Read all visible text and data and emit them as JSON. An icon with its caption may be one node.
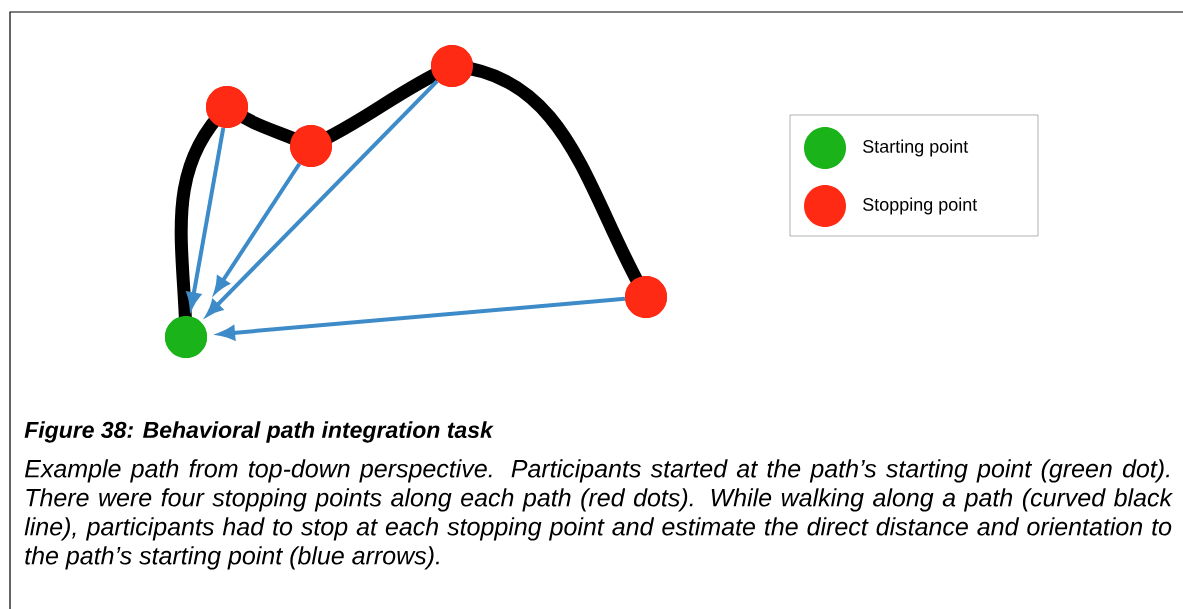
{
  "diagram": {
    "title": "Figure 38: Behavioral path integration task",
    "caption": "Example path from top-down perspective. Participants started at the path’s starting point (green dot). There were four stopping points along each path (red dots). While walking along a path (curved black line), participants had to stop at each stopping point and estimate the direct distance and orientation to the path’s starting point (blue arrows).",
    "nodes": [
      {
        "text": [],
        "shape": "circle"
      },
      {
        "text": [],
        "shape": "circle"
      },
      {
        "text": [],
        "shape": "circle"
      },
      {
        "text": [],
        "shape": "circle"
      },
      {
        "text": [],
        "shape": "circle"
      }
    ],
    "edges": [
      {
        "from": 0,
        "to": 1,
        "arrow": "none",
        "style": "thick",
        "color": "#000000"
      },
      {
        "from": 1,
        "to": 2,
        "arrow": "none",
        "style": "thick",
        "color": "#000000"
      },
      {
        "from": 2,
        "to": 3,
        "arrow": "none",
        "style": "thick",
        "color": "#000000"
      },
      {
        "from": 3,
        "to": 4,
        "arrow": "none",
        "style": "thick",
        "color": "#000000"
      },
      {
        "from": 1,
        "to": 0,
        "arrow": "to",
        "color": "#3d8bc8"
      },
      {
        "from": 2,
        "to": 0,
        "arrow": "to",
        "color": "#3d8bc8"
      },
      {
        "from": 3,
        "to": 0,
        "arrow": "to",
        "color": "#3d8bc8"
      },
      {
        "from": 4,
        "to": 0,
        "arrow": "to",
        "color": "#3d8bc8"
      }
    ],
    "legend": [
      {
        "text": "Starting point",
        "color": "#1ab31a"
      },
      {
        "text": "Stopping point",
        "color": "#ff2a14"
      }
    ]
  }
}
